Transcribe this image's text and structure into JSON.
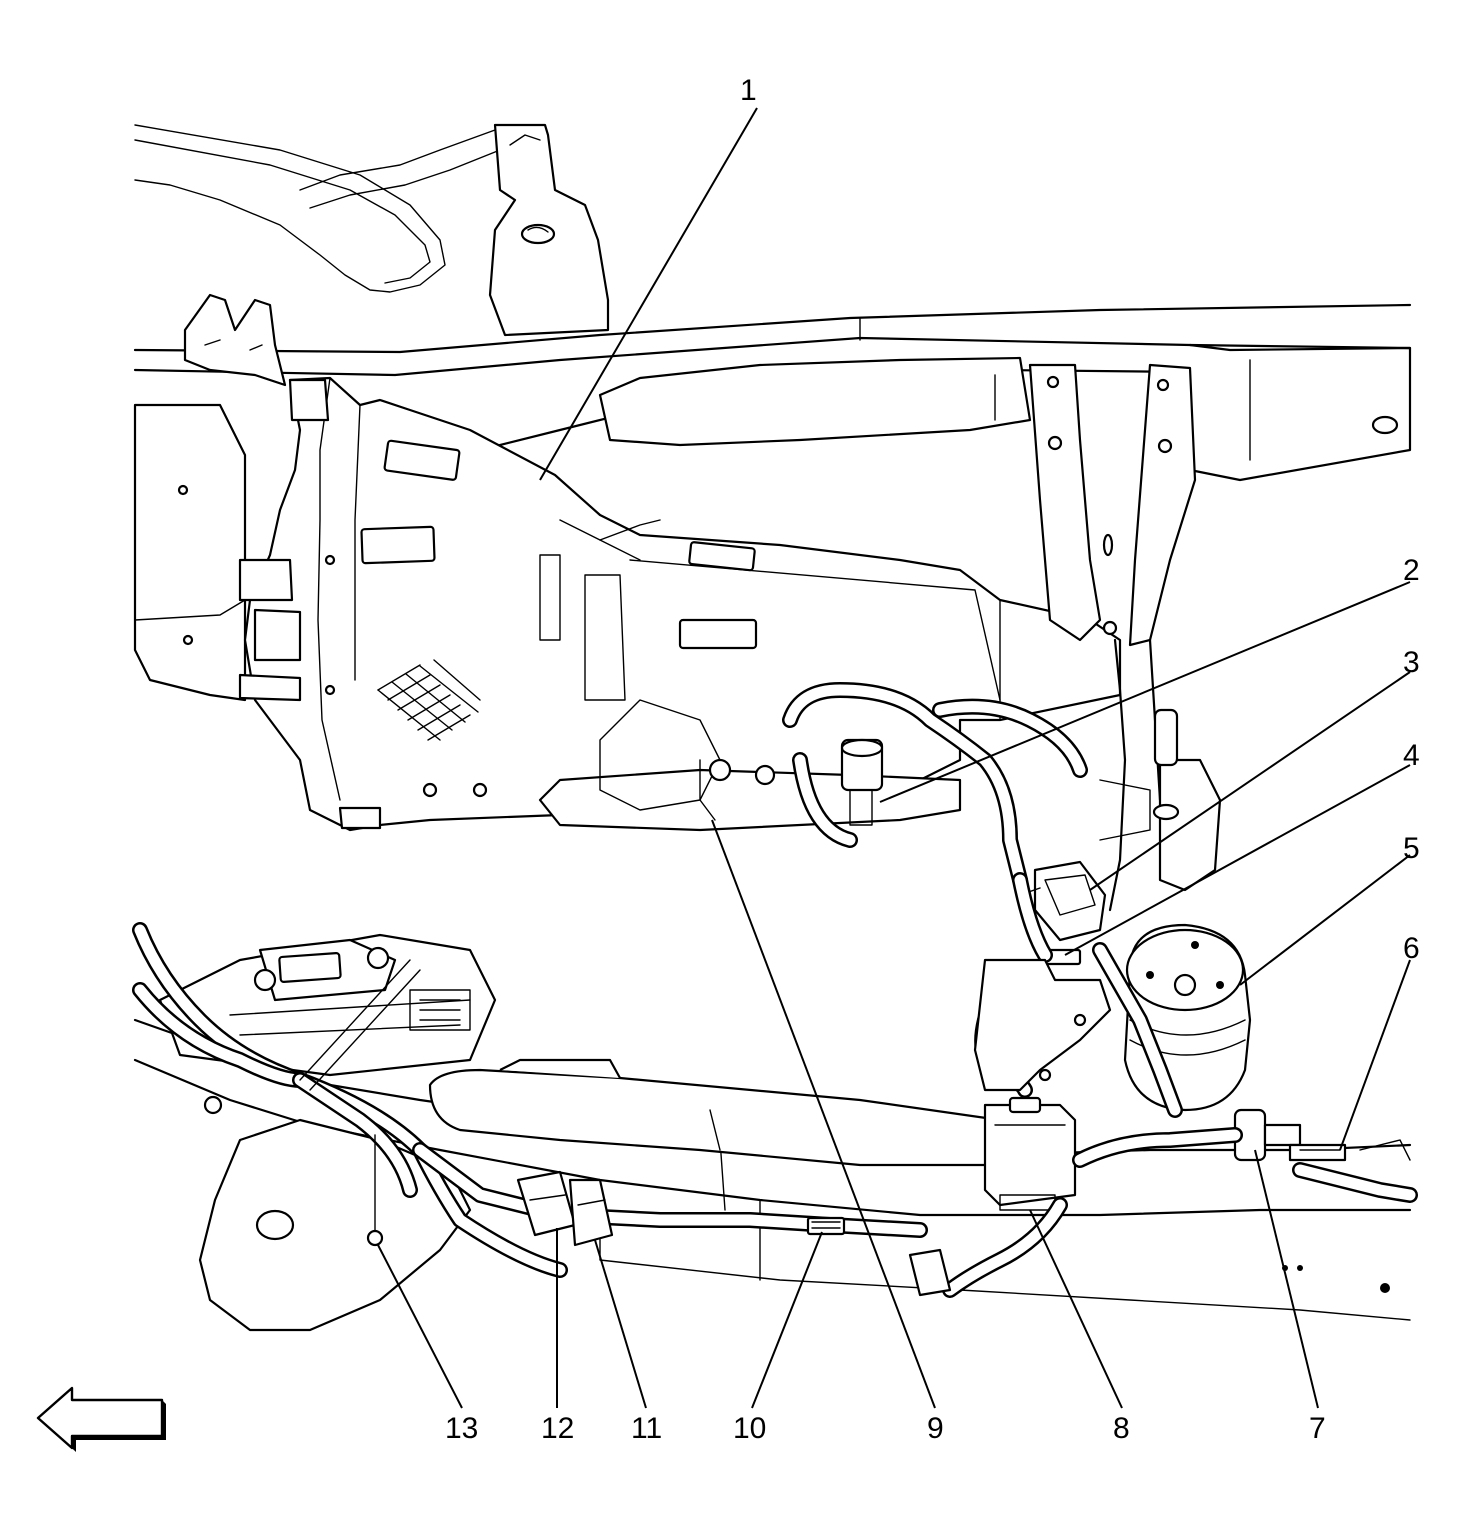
{
  "figure": {
    "callouts": [
      {
        "id": "callout-1",
        "label": "1"
      },
      {
        "id": "callout-2",
        "label": "2"
      },
      {
        "id": "callout-3",
        "label": "3"
      },
      {
        "id": "callout-4",
        "label": "4"
      },
      {
        "id": "callout-5",
        "label": "5"
      },
      {
        "id": "callout-6",
        "label": "6"
      },
      {
        "id": "callout-7",
        "label": "7"
      },
      {
        "id": "callout-8",
        "label": "8"
      },
      {
        "id": "callout-9",
        "label": "9"
      },
      {
        "id": "callout-10",
        "label": "10"
      },
      {
        "id": "callout-11",
        "label": "11"
      },
      {
        "id": "callout-12",
        "label": "12"
      },
      {
        "id": "callout-13",
        "label": "13"
      }
    ],
    "direction_arrow": {
      "icon": "front-direction-arrow-icon",
      "points": "left"
    },
    "colors": {
      "line": "#000000",
      "background": "#ffffff"
    }
  }
}
